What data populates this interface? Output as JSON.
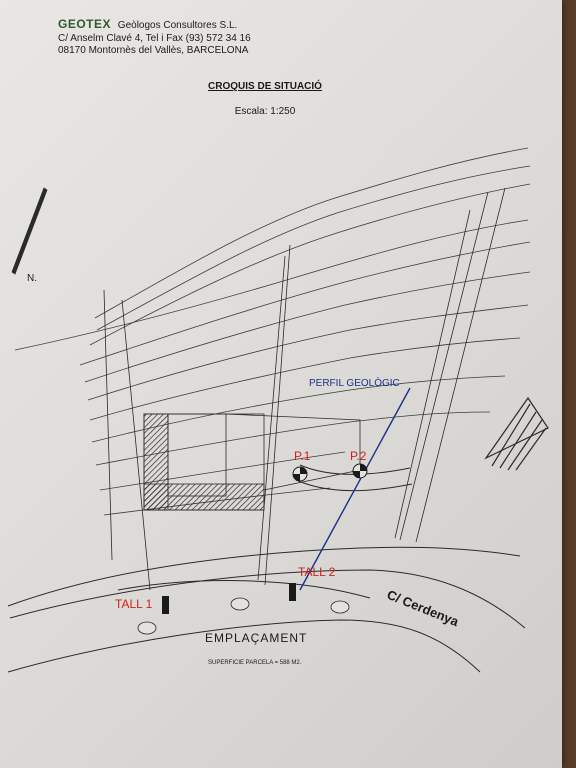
{
  "header": {
    "logo": "GEOTEX",
    "company": "Geòlogos Consultores S.L.",
    "address_line1": "C/ Anselm Clavé 4, Tel i Fax (93) 572 34 16",
    "address_line2": "08170 Montornès del Vallès, BARCELONA"
  },
  "title": "CROQUIS DE SITUACIÓ",
  "scale": "Escala: 1:250",
  "north_label": "N.",
  "map_labels": {
    "perfil": "PERFIL GEOLÒGIC",
    "p1": "P.1",
    "p2": "P.2",
    "tall1": "TALL 1",
    "tall2": "TALL 2",
    "street": "C/ Cerdenya",
    "emplacament": "EMPLAÇAMENT",
    "superficie": "SUPERFICIE PARCELA = 588 M2."
  },
  "colors": {
    "ink": "#2a2a2a",
    "red_labels": "#d21e1e",
    "blue_line": "#1b2f8a",
    "paper": "#e4e2df"
  }
}
